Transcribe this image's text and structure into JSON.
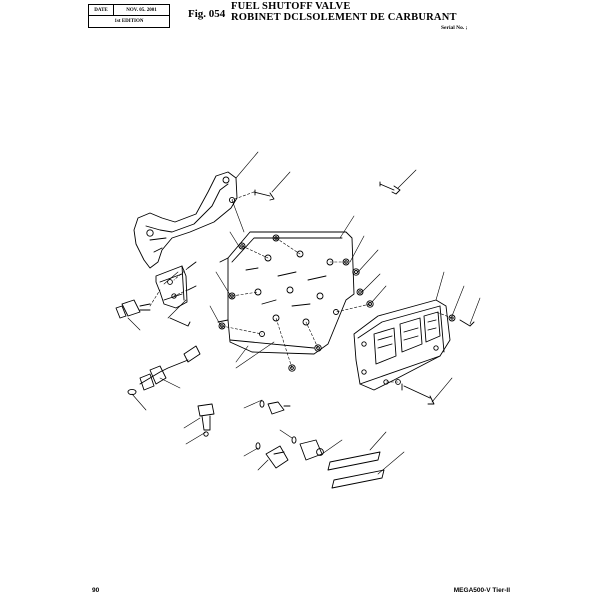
{
  "header": {
    "date_label": "DATE",
    "date_value": "NOV. 05. 2001",
    "edition": "1st EDITION",
    "figure_number": "Fig. 054",
    "title_en": "FUEL SHUTOFF VALVE",
    "title_fr": "ROBINET DCLSOLEMENT DE CARBURANT",
    "serial_label": "Serial No. ;"
  },
  "footer": {
    "page_number": "90",
    "model": "MEGA500-V Tier-II"
  }
}
